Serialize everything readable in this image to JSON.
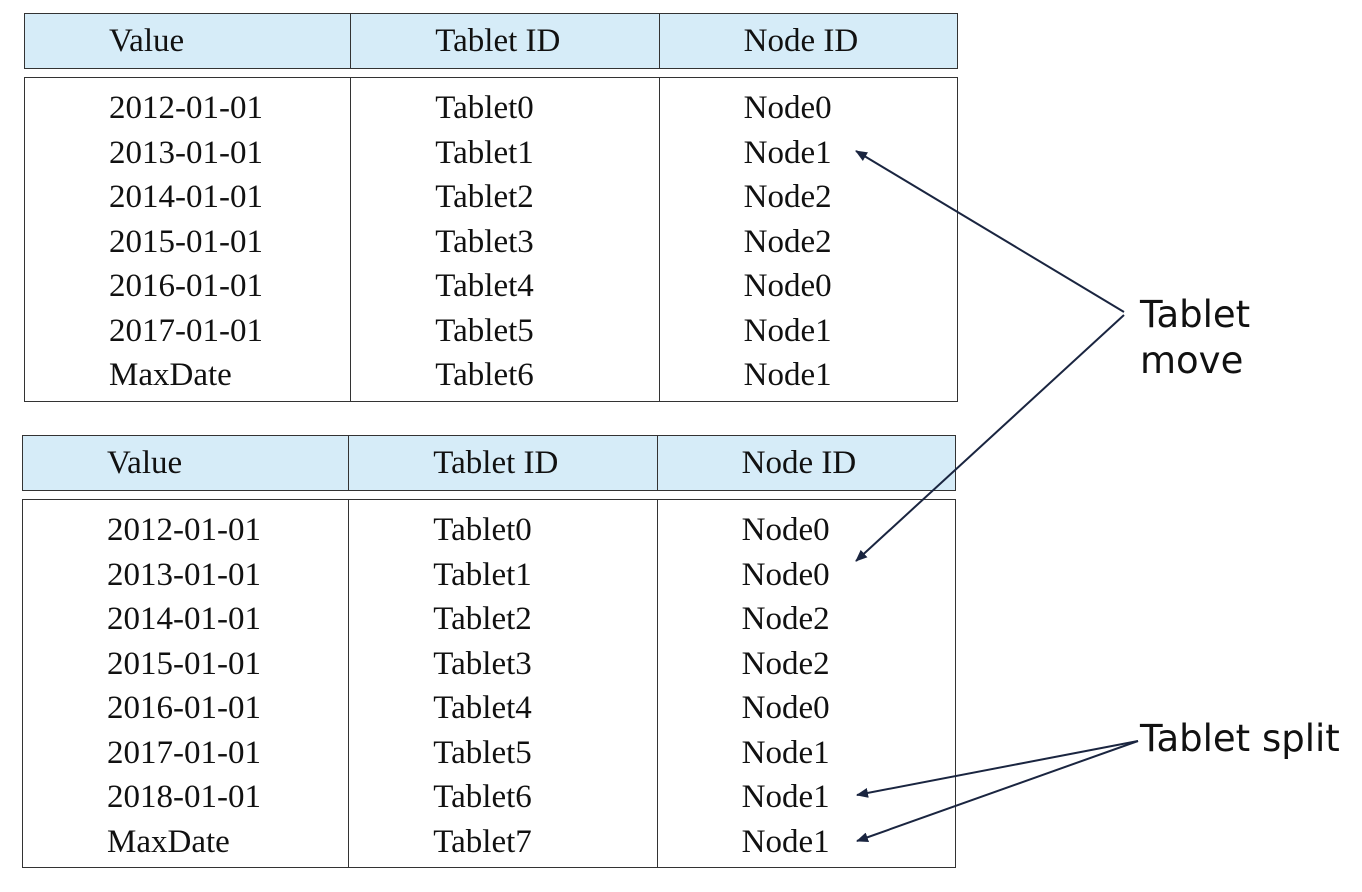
{
  "tables": [
    {
      "headers": [
        "Value",
        "Tablet ID",
        "Node ID"
      ],
      "rows": [
        [
          "2012-01-01",
          "Tablet0",
          "Node0"
        ],
        [
          "2013-01-01",
          "Tablet1",
          "Node1"
        ],
        [
          "2014-01-01",
          "Tablet2",
          "Node2"
        ],
        [
          "2015-01-01",
          "Tablet3",
          "Node2"
        ],
        [
          "2016-01-01",
          "Tablet4",
          "Node0"
        ],
        [
          "2017-01-01",
          "Tablet5",
          "Node1"
        ],
        [
          "MaxDate",
          "Tablet6",
          "Node1"
        ]
      ]
    },
    {
      "headers": [
        "Value",
        "Tablet ID",
        "Node ID"
      ],
      "rows": [
        [
          "2012-01-01",
          "Tablet0",
          "Node0"
        ],
        [
          "2013-01-01",
          "Tablet1",
          "Node0"
        ],
        [
          "2014-01-01",
          "Tablet2",
          "Node2"
        ],
        [
          "2015-01-01",
          "Tablet3",
          "Node2"
        ],
        [
          "2016-01-01",
          "Tablet4",
          "Node0"
        ],
        [
          "2017-01-01",
          "Tablet5",
          "Node1"
        ],
        [
          "2018-01-01",
          "Tablet6",
          "Node1"
        ],
        [
          "MaxDate",
          "Tablet7",
          "Node1"
        ]
      ]
    }
  ],
  "annotations": {
    "move_line1": "Tablet",
    "move_line2": "move",
    "split": "Tablet split"
  },
  "colors": {
    "header_bg": "#d6ecf8",
    "arrow": "#1a2540"
  }
}
